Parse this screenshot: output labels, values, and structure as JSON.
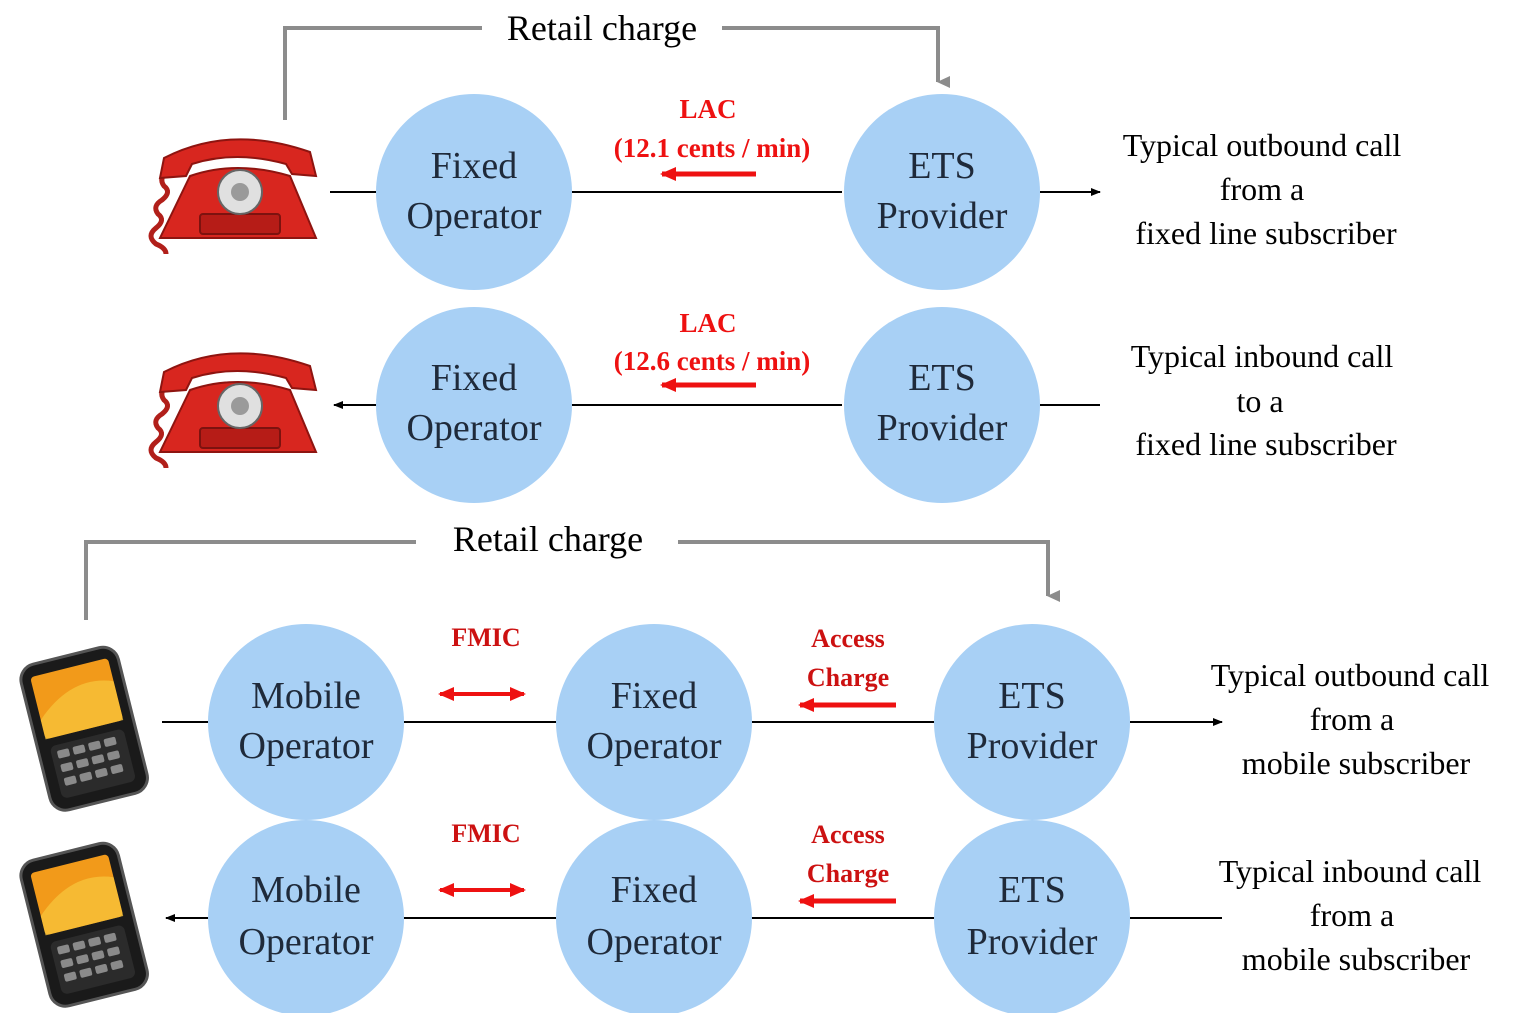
{
  "retail_charge_top": "Retail charge",
  "retail_charge_bottom": "Retail charge",
  "fixed_rows": [
    {
      "label_left": [
        "Fixed",
        "Operator"
      ],
      "label_right": [
        "ETS",
        "Provider"
      ],
      "charge_title": "LAC",
      "charge_rate": "(12.1 cents / min)",
      "description": [
        "Typical outbound call",
        "from a",
        "fixed line subscriber"
      ]
    },
    {
      "label_left": [
        "Fixed",
        "Operator"
      ],
      "label_right": [
        "ETS",
        "Provider"
      ],
      "charge_title": "LAC",
      "charge_rate": "(12.6 cents / min)",
      "description": [
        "Typical inbound call",
        "to a",
        "fixed line subscriber"
      ]
    }
  ],
  "mobile_rows": [
    {
      "label_a": [
        "Mobile",
        "Operator"
      ],
      "label_b": [
        "Fixed",
        "Operator"
      ],
      "label_c": [
        "ETS",
        "Provider"
      ],
      "fmic": "FMIC",
      "access": [
        "Access",
        "Charge"
      ],
      "description": [
        "Typical outbound call",
        "from a",
        "mobile subscriber"
      ]
    },
    {
      "label_a": [
        "Mobile",
        "Operator"
      ],
      "label_b": [
        "Fixed",
        "Operator"
      ],
      "label_c": [
        "ETS",
        "Provider"
      ],
      "fmic": "FMIC",
      "access": [
        "Access",
        "Charge"
      ],
      "description": [
        "Typical inbound call",
        "from a",
        "mobile subscriber"
      ]
    }
  ],
  "icons": {
    "fixed_phone": "rotary-telephone-icon",
    "mobile_phone": "smartphone-icon"
  },
  "colors": {
    "node_fill": "#a8d0f5",
    "charge_red": "#ee1111",
    "connector_gray": "#8c8c8c"
  }
}
